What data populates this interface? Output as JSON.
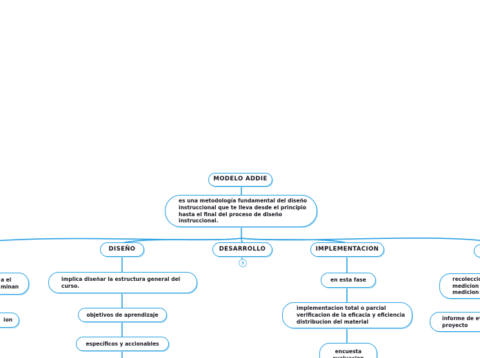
{
  "colors": {
    "accent": "#2ba1e2",
    "text": "#15151f",
    "background": "#ffffff",
    "badge": "#58b2e4"
  },
  "root": {
    "label": "MODELO ADDIE"
  },
  "description": {
    "text": "es una metodología fundamental del diseño\ninstruccional que te lleva desde el principio\nhasta el final del proceso de diseño\ninstruccional."
  },
  "branches": {
    "diseno": {
      "label": "DISEÑO",
      "children": [
        {
          "text": "implica diseñar la estructura general del\ncurso."
        },
        {
          "text": "objetivos de aprendizaje"
        },
        {
          "text": "específicos y accionables"
        }
      ]
    },
    "desarrollo": {
      "label": "DESARROLLO",
      "collapsed_count": "3"
    },
    "implementacion": {
      "label": "IMPLEMENTACION",
      "children": [
        {
          "text": "en esta fase"
        },
        {
          "text": "implementacion total o parcial\nverificacion de la eficacia y eficiencia\ndistribucion del material"
        },
        {
          "text": "encuesta\nevaluacion"
        }
      ]
    },
    "left_edge_partial": {
      "children": [
        {
          "text": "a el\nminan"
        },
        {
          "text": "ion"
        }
      ]
    },
    "right_edge_partial": {
      "children": [
        {
          "text": "recoleccion\nmedicion d\nmedicion d"
        },
        {
          "text": "informe de ev\nproyecto"
        }
      ]
    }
  }
}
